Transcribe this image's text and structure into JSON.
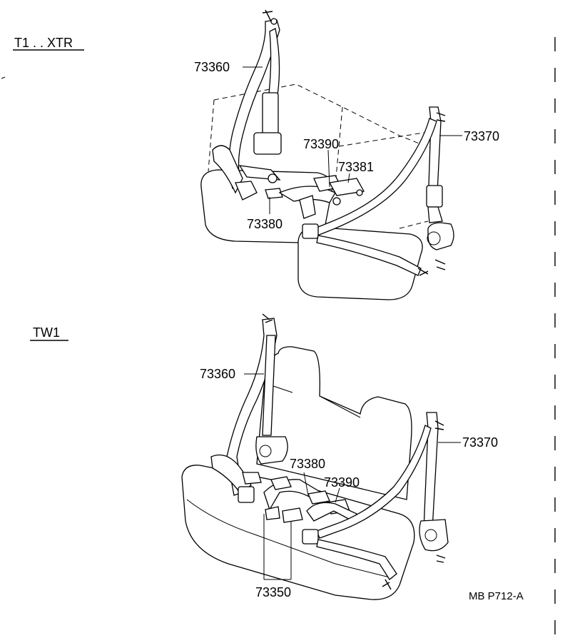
{
  "sections": {
    "top": {
      "title": "T1 . . XTR"
    },
    "bottom": {
      "title": "TW1"
    }
  },
  "top_parts": {
    "p73360": "73360",
    "p73390": "73390",
    "p73381": "73381",
    "p73380": "73380",
    "p73370": "73370"
  },
  "bottom_parts": {
    "p73360": "73360",
    "p73380": "73380",
    "p73390": "73390",
    "p73370": "73370",
    "p73350": "73350"
  },
  "drawing_code": "MB P712-A"
}
